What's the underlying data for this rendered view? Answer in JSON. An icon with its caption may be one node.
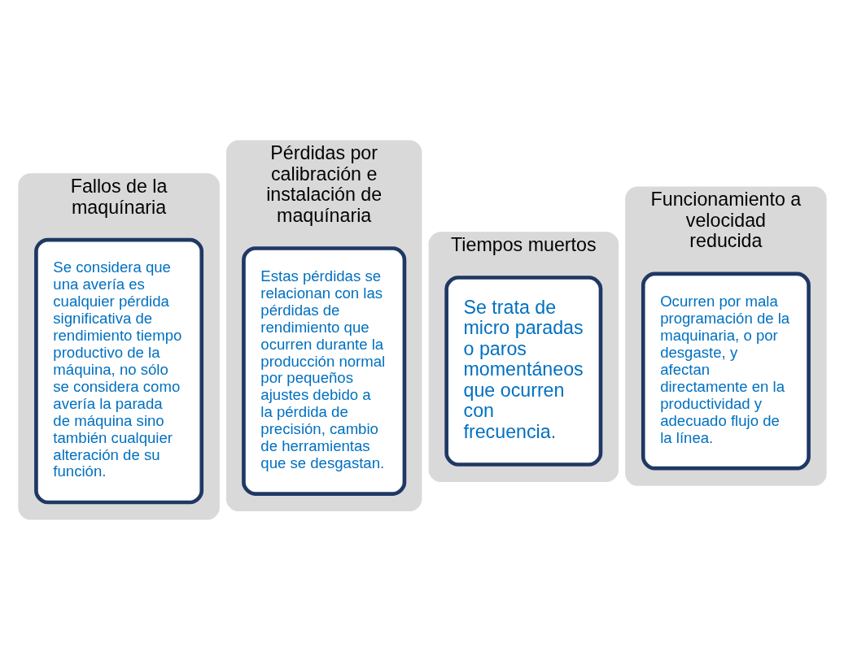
{
  "diagram": {
    "nodes": [
      {
        "text": [
          "Fallos de la maquínaria"
        ]
      },
      {
        "text": [
          "Se considera que una avería es cualquier pérdida significativa de rendimiento tiempo productivo de la máquina, no sólo se considera como avería la parada de máquina sino también cualquier alteración de su función."
        ],
        "in": 0
      },
      {
        "text": [
          "Pérdidas por calibración e instalación de maquínaria"
        ]
      },
      {
        "text": [
          "Estas pérdidas se relacionan con las pérdidas de rendimiento que ocurren durante la producción normal por pequeños ajustes debido a la pérdida de precisión, cambio de herramientas que se desgastan."
        ],
        "in": 2
      },
      {
        "text": [
          "Tiempos muertos"
        ]
      },
      {
        "text": [
          "Se trata de micro paradas o paros momentáneos que ocurren con frecuencia."
        ],
        "in": 4
      },
      {
        "text": [
          "Funcionamiento a velocidad reducida"
        ]
      },
      {
        "text": [
          "Ocurren por mala programación de la maquinaria, o por desgaste, y afectan directamente en la productividad y adecuado flujo de la línea."
        ],
        "in": 6
      }
    ],
    "edges": []
  }
}
